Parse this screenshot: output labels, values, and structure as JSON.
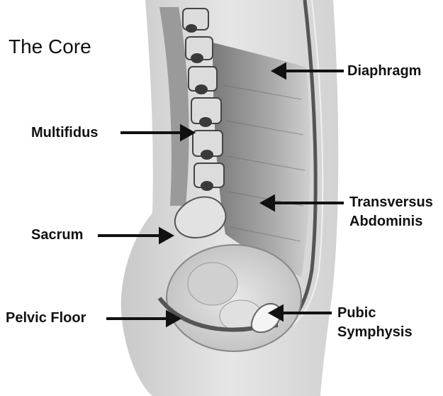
{
  "title": "The Core",
  "labels": {
    "diaphragm": "Diaphragm",
    "multifidus": "Multifidus",
    "transversus_line1": "Transversus",
    "transversus_line2": "Abdominis",
    "sacrum": "Sacrum",
    "pelvic_floor": "Pelvic Floor",
    "pubic_line1": "Pubic",
    "pubic_line2": "Symphysis"
  },
  "colors": {
    "background": "#ffffff",
    "text": "#111111",
    "arrow": "#111111"
  }
}
